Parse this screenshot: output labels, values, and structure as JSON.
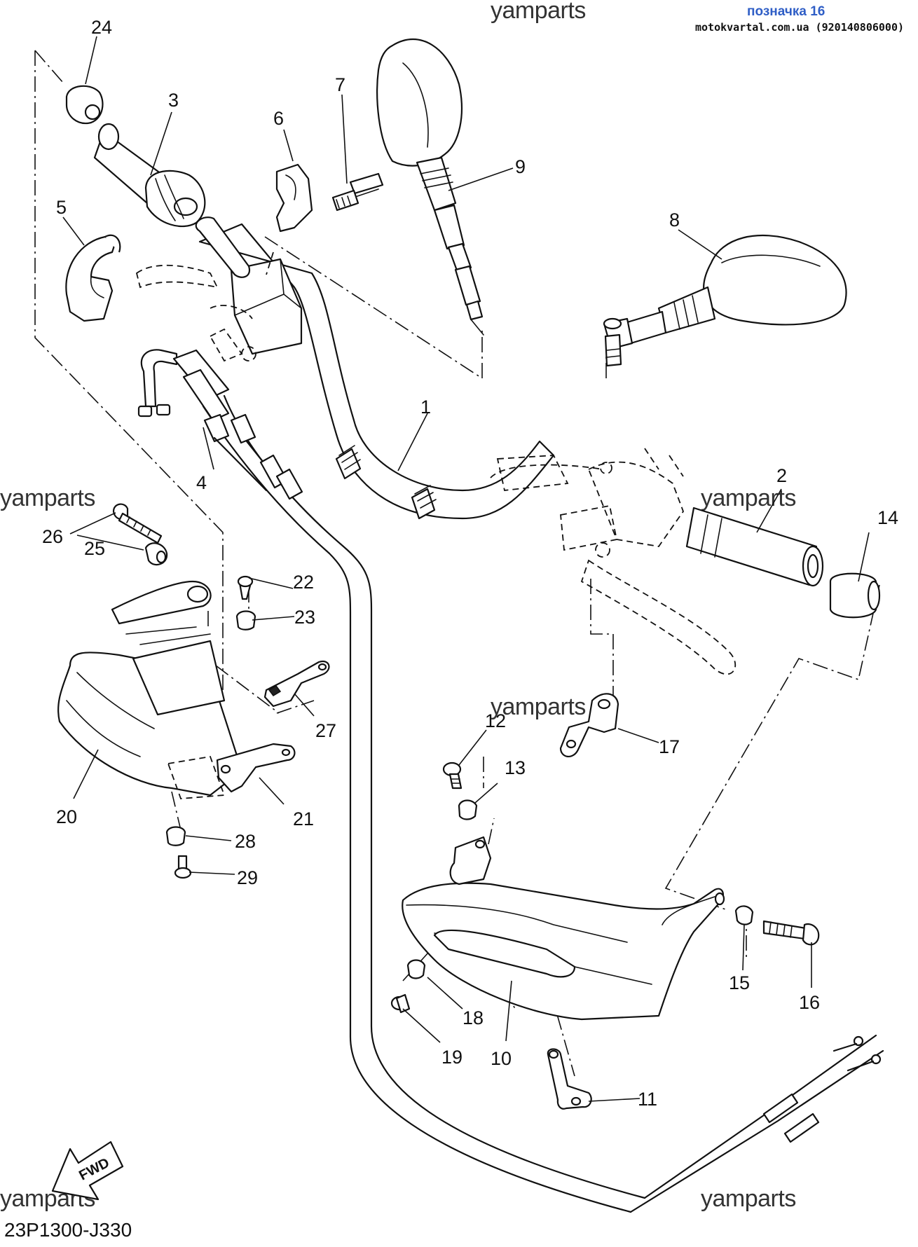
{
  "header": {
    "title": "позначка 16",
    "subtitle": "motokvartal.com.ua (920140806000)"
  },
  "watermarks": [
    "yamparts",
    "yamparts",
    "yamparts",
    "yamparts",
    "yamparts",
    "yamparts"
  ],
  "diagram_code": "23P1300-J330",
  "fwd_label": "FWD",
  "callouts": [
    "1",
    "2",
    "3",
    "4",
    "5",
    "6",
    "7",
    "8",
    "9",
    "10",
    "11",
    "12",
    "13",
    "14",
    "15",
    "16",
    "17",
    "18",
    "19",
    "20",
    "21",
    "22",
    "23",
    "24",
    "25",
    "26",
    "27",
    "28",
    "29"
  ],
  "colors": {
    "ink": "#111111",
    "header_blue": "#2f5ec6",
    "background": "#ffffff"
  }
}
